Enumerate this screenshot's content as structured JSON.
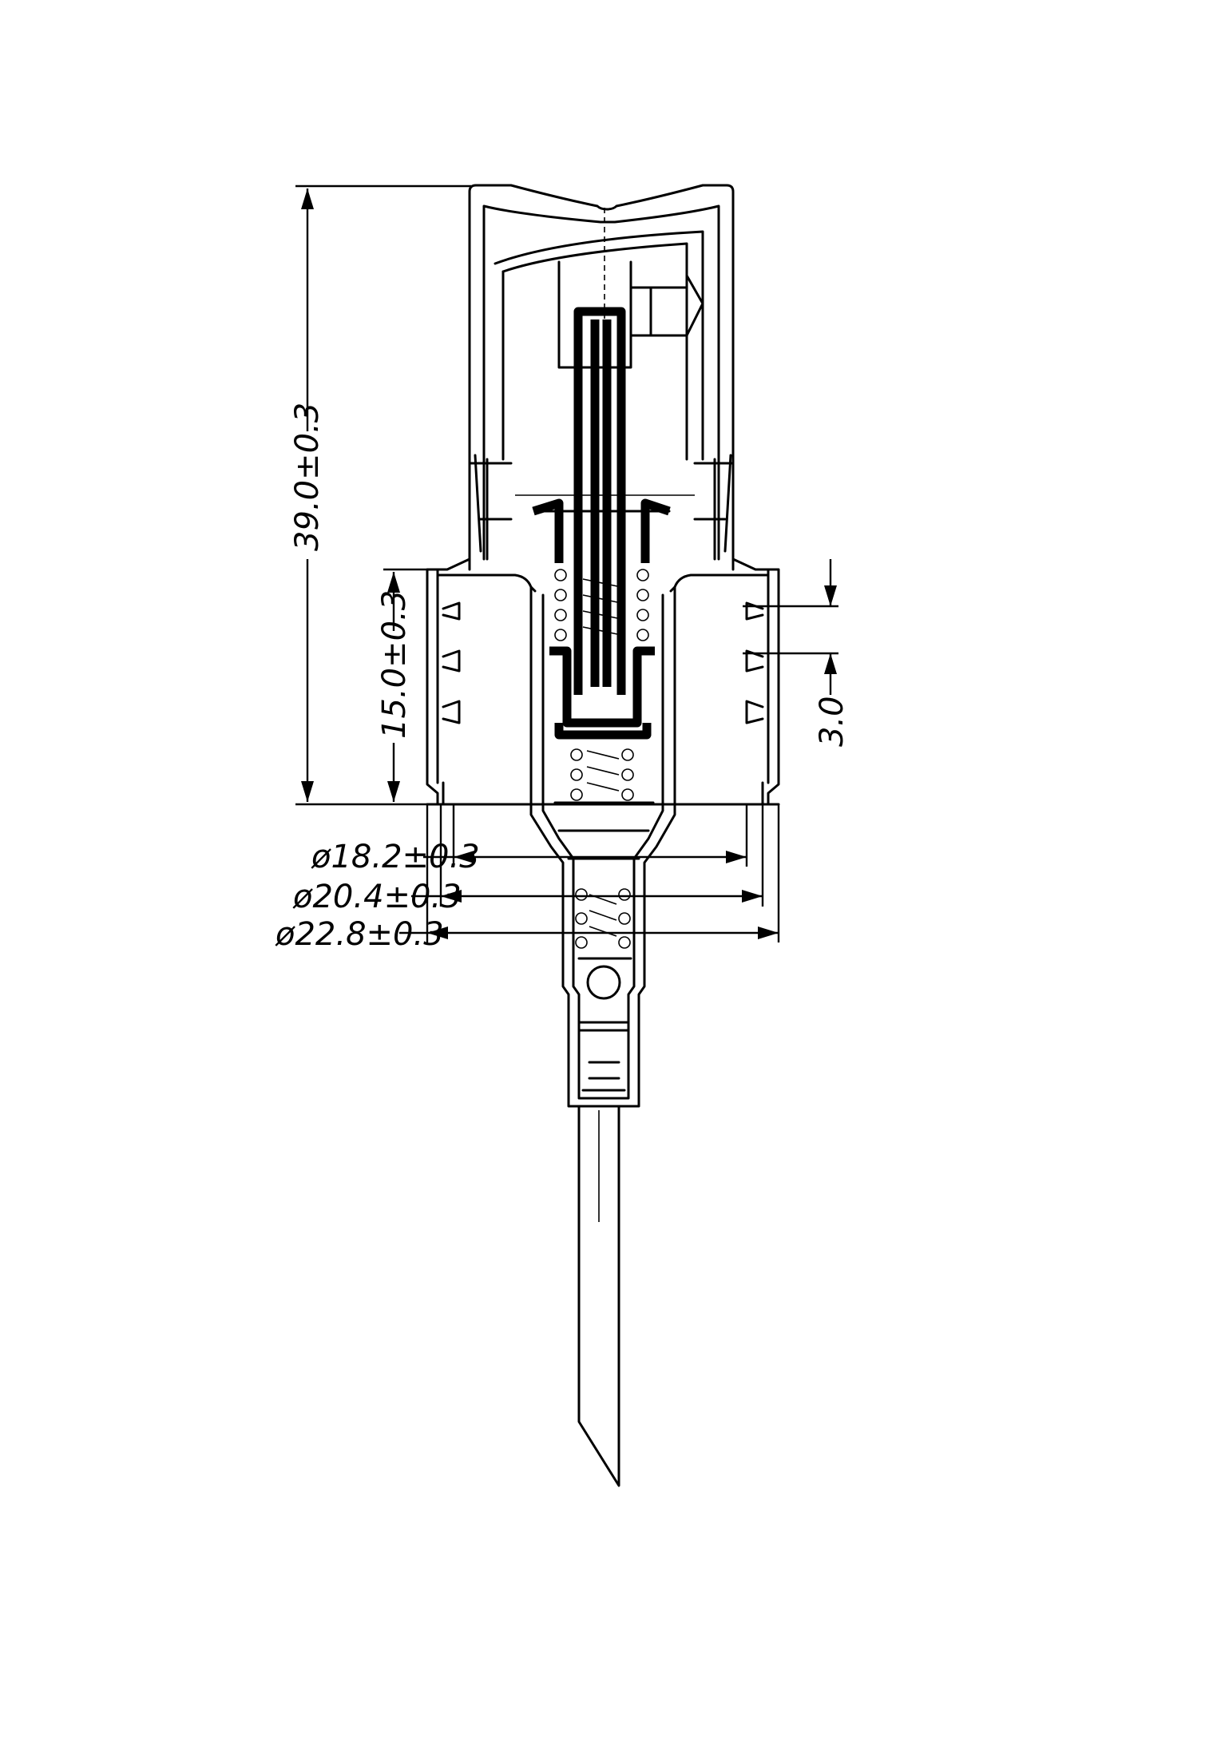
{
  "dimensions": {
    "overall_height": "39.0±0.3",
    "cap_height": "15.0±0.3",
    "thread_pitch": "3.0",
    "diameter_inner": "ø18.2±0.3",
    "diameter_middle": "ø20.4±0.3",
    "diameter_outer": "ø22.8±0.3"
  },
  "colors": {
    "line": "#000000",
    "background": "#ffffff"
  }
}
